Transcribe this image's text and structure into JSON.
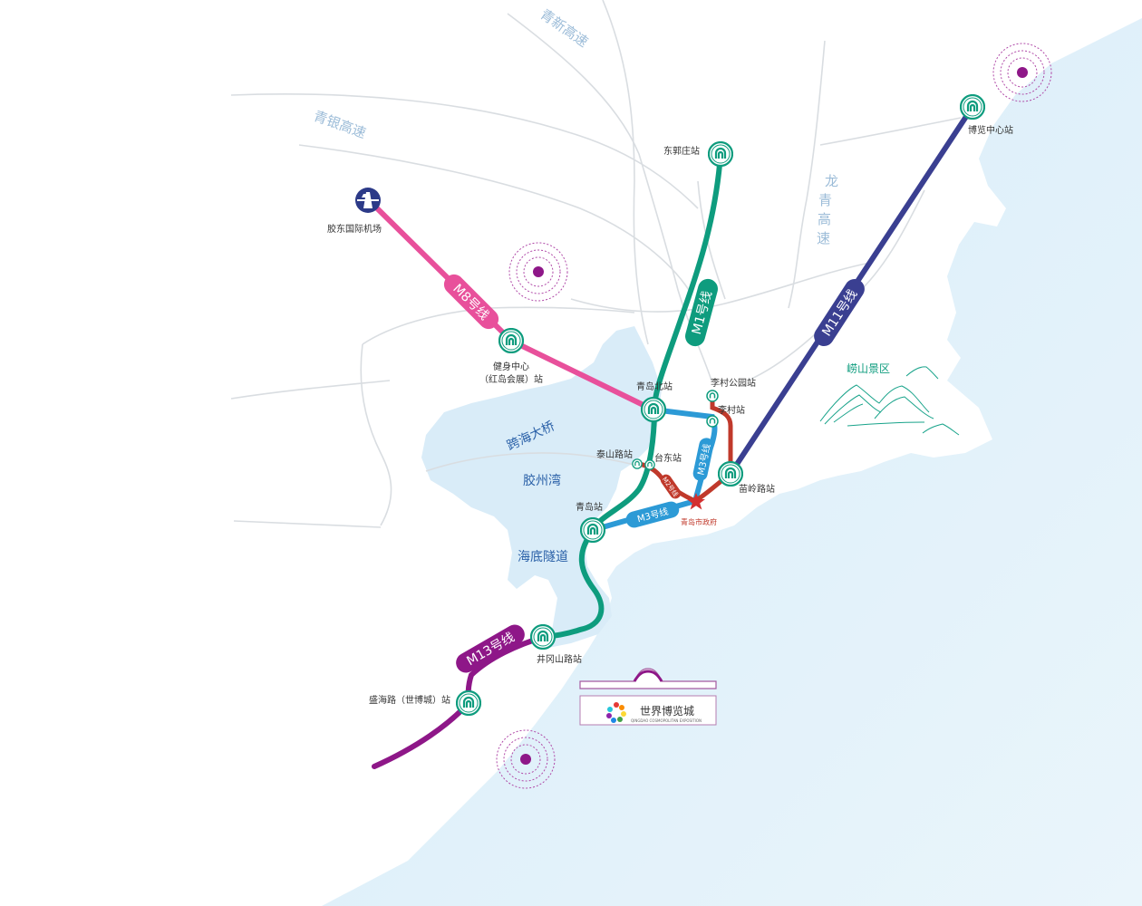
{
  "highways": [
    {
      "id": "qinglan",
      "label": "青新高速"
    },
    {
      "id": "qingyin",
      "label": "青银高速"
    },
    {
      "id": "longqing",
      "label": "龙青高速"
    }
  ],
  "water_labels": {
    "bridge": "跨海大桥",
    "bay": "胶州湾",
    "tunnel": "海底隧道"
  },
  "scenic": {
    "label": "崂山景区"
  },
  "airport": {
    "label": "胶东国际机场",
    "icon": "airplane-icon"
  },
  "lines": [
    {
      "id": "m8",
      "label": "M8号线",
      "color": "#e8509b"
    },
    {
      "id": "m1",
      "label": "M1号线",
      "color": "#0e9c7e"
    },
    {
      "id": "m11",
      "label": "M11号线",
      "color": "#3a3f91"
    },
    {
      "id": "m13",
      "label": "M13号线",
      "color": "#8e1788"
    },
    {
      "id": "m3",
      "label": "M3号线",
      "color": "#2c9ad6"
    },
    {
      "id": "m2",
      "label": "M2号线",
      "color": "#c0392b"
    }
  ],
  "stations": {
    "donggz": "东郭庄站",
    "bolan": "博览中心站",
    "jianshen_1": "健身中心",
    "jianshen_2": "（红岛会展）站",
    "qdbei": "青岛北站",
    "licungy": "李村公园站",
    "licun": "李村站",
    "taishan": "泰山路站",
    "taidong": "台东站",
    "miaoling": "苗岭路站",
    "qingdao": "青岛站",
    "jinggangshan": "井冈山路站",
    "shenghai": "盛海路（世博城）站"
  },
  "government": {
    "label": "青岛市政府"
  },
  "expo": {
    "label": "世界博览城",
    "sub": "QINGDAO COSMOPOLITAN EXPOSITION"
  },
  "colors": {
    "sea": "#dbeef8",
    "land_road": "#d9dde1",
    "station_ring": "#0e9c7e",
    "poi": "#8e1788",
    "gov_star": "#d32f2f"
  }
}
